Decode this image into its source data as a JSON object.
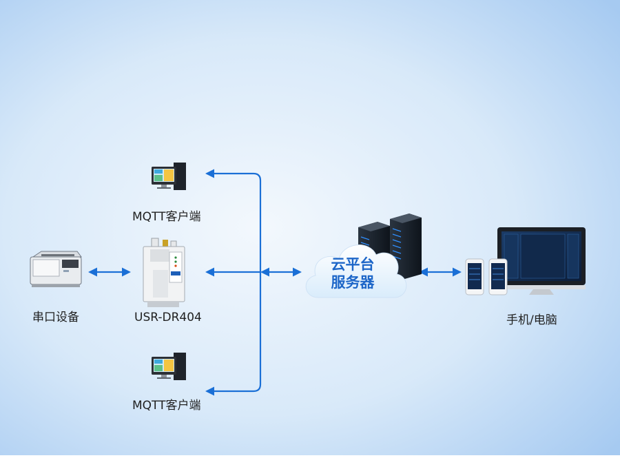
{
  "nodes": {
    "serial_device": {
      "label": "串口设备",
      "icon": "printer-icon"
    },
    "gateway": {
      "label": "USR-DR404",
      "icon": "din-rail-gateway-icon"
    },
    "mqtt_client_top": {
      "label": "MQTT客户端",
      "icon": "desktop-computer-icon"
    },
    "mqtt_client_bottom": {
      "label": "MQTT客户端",
      "icon": "desktop-computer-icon"
    },
    "cloud": {
      "line1": "云平台",
      "line2": "服务器",
      "icon": "cloud-icon"
    },
    "servers": {
      "icon": "server-rack-icon"
    },
    "terminals": {
      "label": "手机/电脑",
      "icon": "phone-and-monitor-icon"
    }
  },
  "colors": {
    "arrow": "#1a6fd6",
    "background_light": "#eef5fc",
    "background_dark": "#a9ccf2",
    "cloud_text": "#1d66c8"
  }
}
